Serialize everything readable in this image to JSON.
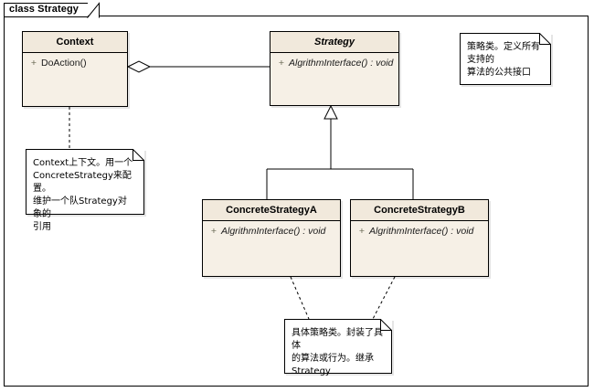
{
  "frame": {
    "title": "class Strategy"
  },
  "classes": [
    {
      "id": "context",
      "name": "Context",
      "abstract": false,
      "members": [
        {
          "visibility": "+",
          "signature": "DoAction()",
          "italic": false
        }
      ]
    },
    {
      "id": "strategy",
      "name": "Strategy",
      "abstract": true,
      "members": [
        {
          "visibility": "+",
          "signature": "AlgrithmInterface() : void",
          "italic": true
        }
      ]
    },
    {
      "id": "concrete-strategy-a",
      "name": "ConcreteStrategyA",
      "abstract": false,
      "members": [
        {
          "visibility": "+",
          "signature": "AlgrithmInterface() : void",
          "italic": true
        }
      ]
    },
    {
      "id": "concrete-strategy-b",
      "name": "ConcreteStrategyB",
      "abstract": false,
      "members": [
        {
          "visibility": "+",
          "signature": "AlgrithmInterface() : void",
          "italic": true
        }
      ]
    }
  ],
  "notes": [
    {
      "id": "note-strategy",
      "text": "策略类。定义所有支持的\n算法的公共接口"
    },
    {
      "id": "note-context",
      "text": "Context上下文。用一个\nConcreteStrategy来配置。\n维护一个队Strategy对象的\n引用"
    },
    {
      "id": "note-concrete",
      "text": "具体策略类。封装了具体\n的算法或行为。继承\nStrategy"
    }
  ],
  "relations": [
    {
      "id": "aggregation-context-strategy",
      "type": "aggregation",
      "from": "Context",
      "to": "Strategy"
    },
    {
      "id": "generalization-a-strategy",
      "type": "generalization",
      "from": "ConcreteStrategyA",
      "to": "Strategy"
    },
    {
      "id": "generalization-b-strategy",
      "type": "generalization",
      "from": "ConcreteStrategyB",
      "to": "Strategy"
    },
    {
      "id": "anchor-context-note",
      "type": "note-anchor",
      "from": "Context",
      "to": "note-context"
    },
    {
      "id": "anchor-a-note",
      "type": "note-anchor",
      "from": "ConcreteStrategyA",
      "to": "note-concrete"
    },
    {
      "id": "anchor-b-note",
      "type": "note-anchor",
      "from": "ConcreteStrategyB",
      "to": "note-concrete"
    }
  ],
  "colors": {
    "class_fill": "#f3ece0",
    "class_border": "#000000",
    "note_fill": "#ffffff",
    "canvas": "#ffffff",
    "line": "#000000"
  }
}
